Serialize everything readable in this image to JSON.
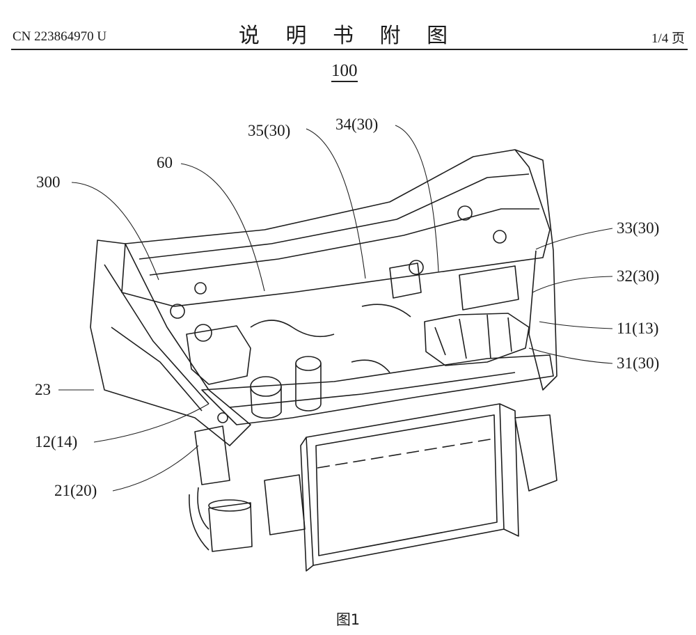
{
  "header": {
    "publication_number": "CN 223864970 U",
    "title": "说 明 书 附 图",
    "page": "1/4 页"
  },
  "figure": {
    "assembly_ref": "100",
    "caption": "图1",
    "labels": {
      "l300": "300",
      "l60": "60",
      "l35": "35(30)",
      "l34": "34(30)",
      "l33": "33(30)",
      "l32": "32(30)",
      "l11": "11(13)",
      "l31": "31(30)",
      "l23": "23",
      "l12": "12(14)",
      "l21": "21(20)"
    }
  }
}
